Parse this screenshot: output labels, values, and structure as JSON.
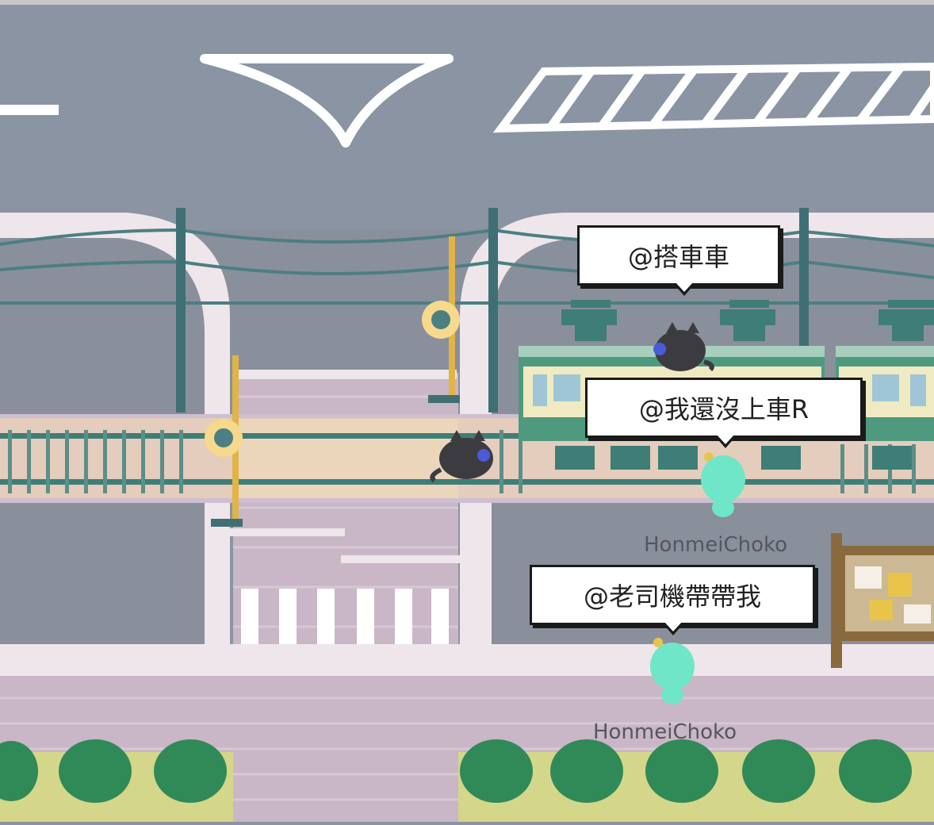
{
  "chat_bubbles": [
    {
      "text": "@搭車車"
    },
    {
      "text": "@我還沒上車R"
    },
    {
      "text": "@老司機帶帶我"
    }
  ],
  "players": [
    {
      "name": "HonmeiChoko"
    },
    {
      "name": "HonmeiChoko"
    }
  ],
  "colors": {
    "road": "#8a94a3",
    "platform": "#eee6ea",
    "brick": "#c9b6c6",
    "train_green": "#4f9a7f",
    "train_cream": "#f0eac2",
    "avatar_mint": "#6fe6c8",
    "cat_black": "#3c3c40",
    "grass": "#d4d68a",
    "bush": "#2f8a57"
  },
  "icons": [
    "black-cat-icon",
    "mint-avatar-icon",
    "crossing-signal-icon",
    "notice-board-icon",
    "bush-icon"
  ]
}
